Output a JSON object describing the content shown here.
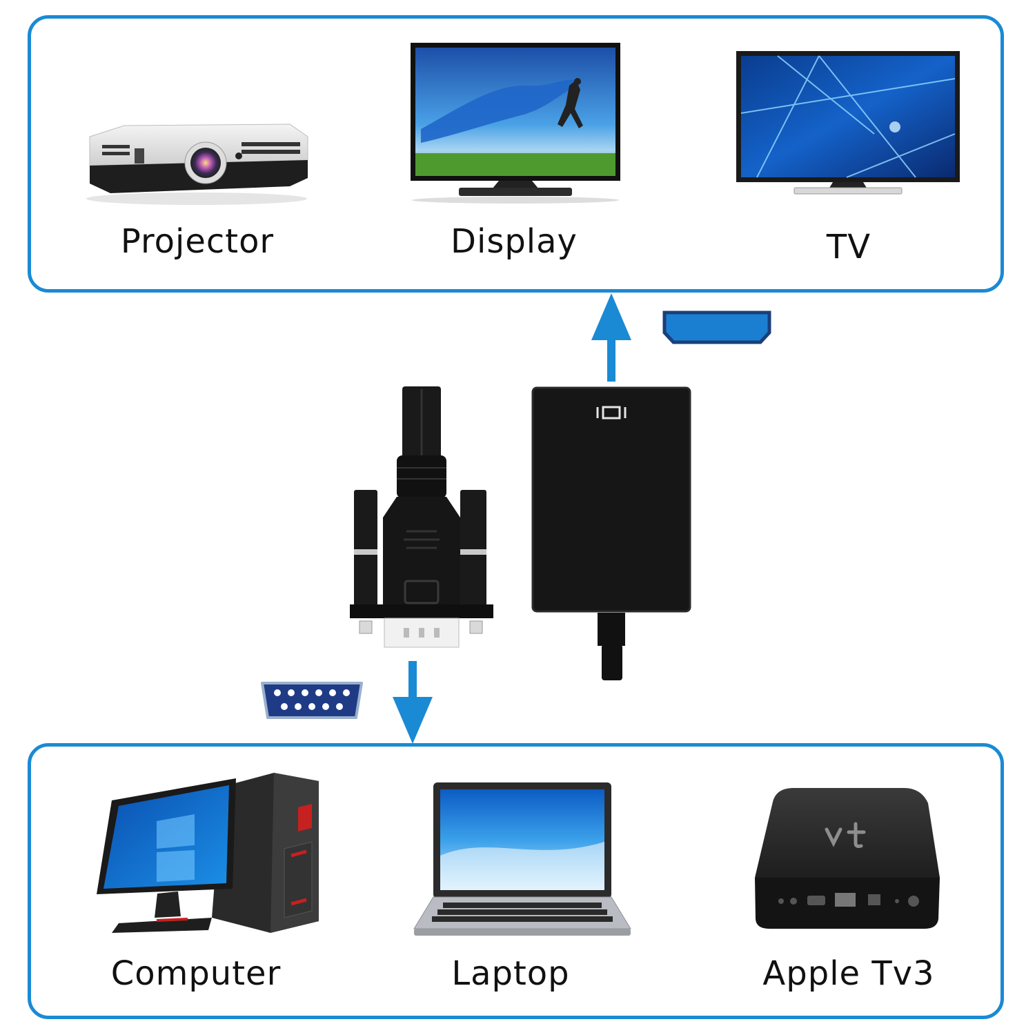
{
  "outputs": {
    "projector": "Projector",
    "display": "Display",
    "tv": "TV"
  },
  "inputs": {
    "computer": "Computer",
    "laptop": "Laptop",
    "apple_tv": "Apple Tv3"
  },
  "colors": {
    "accent": "#1a8ad4",
    "connector_fill": "#1a7fd1",
    "vga_port": "#1f3b86"
  }
}
